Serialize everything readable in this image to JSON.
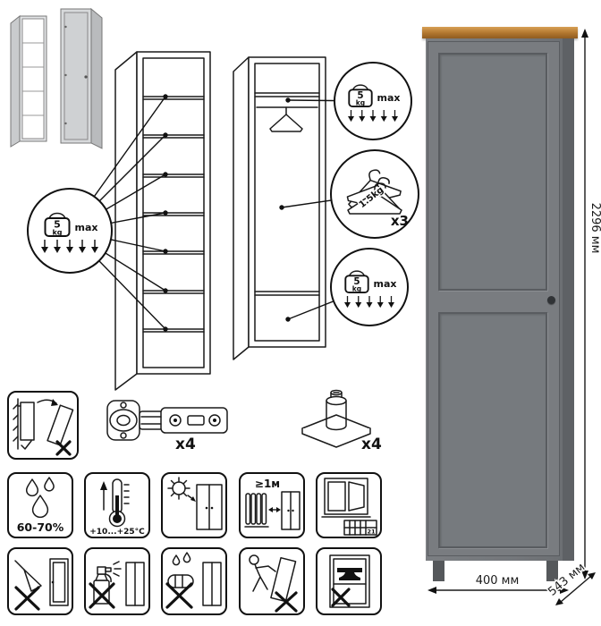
{
  "load_limits": {
    "shelf_badge": {
      "weight": "5",
      "unit": "kg",
      "max_label": "max"
    },
    "top_shelf_callout": {
      "weight": "5",
      "unit": "kg",
      "max_label": "max"
    },
    "hanger_callout": {
      "weight_each": "1.5kg",
      "count": "x3"
    },
    "bottom_shelf_callout": {
      "weight": "5",
      "unit": "kg",
      "max_label": "max"
    }
  },
  "hardware": {
    "hinge_count": "x4",
    "foot_count": "x4"
  },
  "care": {
    "humidity_range": "60-70%",
    "temperature_range": "+10...+25°C",
    "heater_distance": "≥1м",
    "calendar_day": "21"
  },
  "dimensions": {
    "height": "2296 мм",
    "width": "400 мм",
    "depth": "543 мм"
  },
  "colors": {
    "wardrobe_body": "#74777b",
    "wardrobe_side": "#5e6165",
    "top_board_wood": "#b0752e",
    "line_art": "#1a1a1a"
  }
}
